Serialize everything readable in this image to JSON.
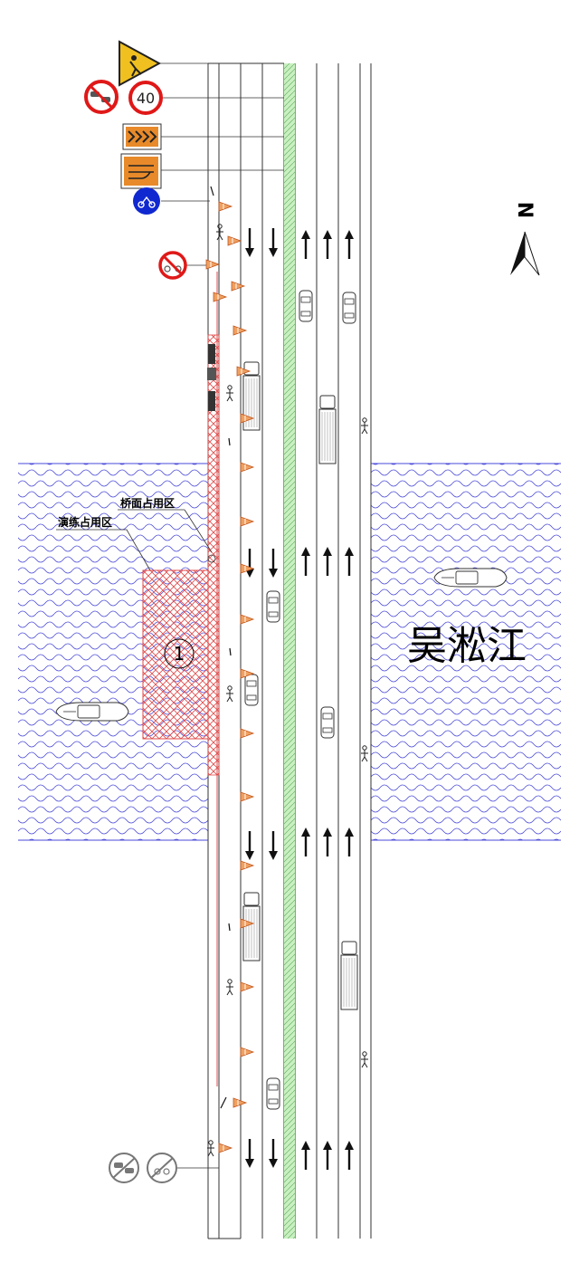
{
  "labels": {
    "bridge_zone": "桥面占用区",
    "drill_zone": "演练占用区",
    "zone_number": "1",
    "river_name": "吴淞江",
    "north": "N",
    "speed_limit": "40"
  },
  "colors": {
    "water_wave": "#4a4ad8",
    "hatch": "#e04848",
    "median_green": "#b8ecb0",
    "cone": "#e87830",
    "sign_red": "#e01818",
    "sign_blue": "#1028d0",
    "sign_orange": "#e88a2a",
    "sign_yellow": "#f0c020",
    "line": "#333333"
  },
  "icons": {
    "sign_1": "road-work-warning-sign-icon",
    "sign_2": "no-overtaking-sign-icon",
    "sign_3": "speed-limit-sign-icon",
    "sign_4": "chevron-guide-sign-icon",
    "sign_5": "lane-merge-sign-icon",
    "sign_6": "motorcycle-lane-sign-icon",
    "sign_7": "no-motorcycle-sign-icon",
    "sign_8": "end-no-overtaking-sign-icon",
    "sign_9": "end-restriction-sign-icon",
    "compass": "north-arrow-icon"
  }
}
